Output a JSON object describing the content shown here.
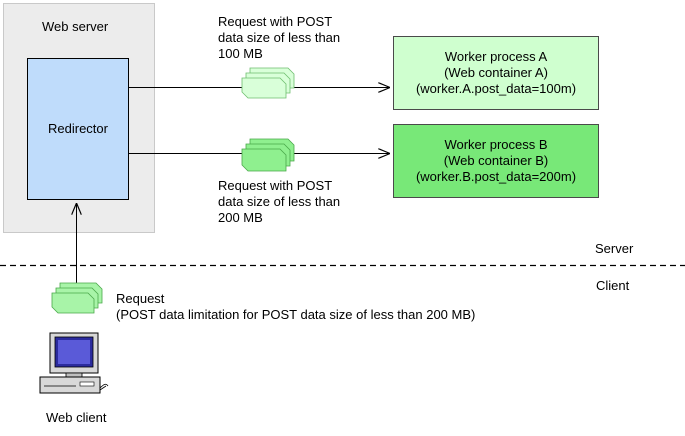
{
  "web_server": {
    "label": "Web server"
  },
  "redirector": {
    "label": "Redirector"
  },
  "worker_a": {
    "line1": "Worker process A",
    "line2": "(Web container A)",
    "line3": "(worker.A.post_data=100m)"
  },
  "worker_b": {
    "line1": "Worker process B",
    "line2": "(Web container B)",
    "line3": "(worker.B.post_data=200m)"
  },
  "request_a": {
    "line1": "Request with POST",
    "line2": "data size of less than",
    "line3": "100 MB"
  },
  "request_b": {
    "line1": "Request with POST",
    "line2": "data size of less than",
    "line3": "200 MB"
  },
  "zones": {
    "server": "Server",
    "client": "Client"
  },
  "client_request": {
    "line1": "Request",
    "line2": "(POST data limitation for POST data size of less than 200 MB)"
  },
  "web_client": {
    "label": "Web client"
  },
  "colors": {
    "server_box": "#ececec",
    "redirector": "#bfdcfb",
    "worker_a": "#cfffcf",
    "worker_b": "#78e878",
    "request_light": "#d9ffd9",
    "request_bright": "#8ff08f"
  }
}
